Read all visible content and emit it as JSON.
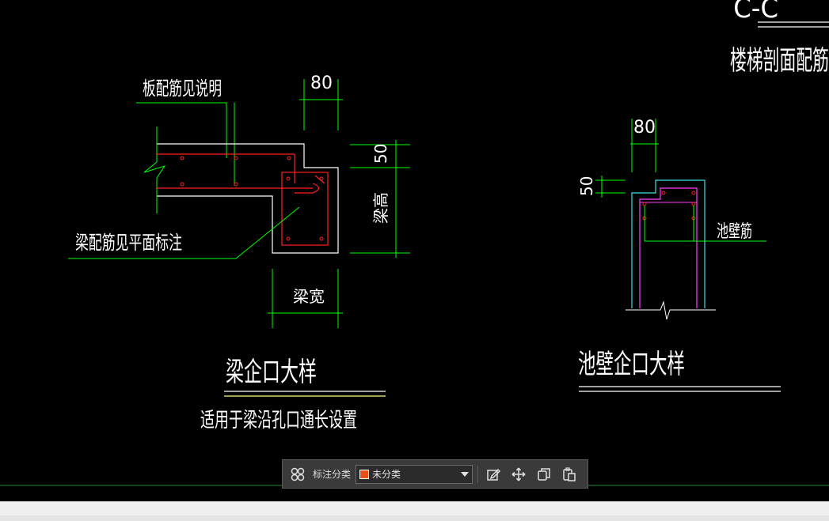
{
  "drawing": {
    "title_top_right": "楼梯剖面配筋",
    "title_partial_top": "C-C",
    "beam_detail": {
      "slab_rebar_note": "板配筋见说明",
      "beam_rebar_note": "梁配筋见平面标注",
      "dim_top": "80",
      "dim_right_top": "50",
      "dim_right_height": "梁高",
      "dim_bottom_width": "梁宽",
      "title": "梁企口大样",
      "subtitle": "适用于梁沿孔口通长设置"
    },
    "wall_detail": {
      "dim_top": "80",
      "dim_left": "50",
      "wall_rebar_note": "池壁筋",
      "title": "池壁企口大样"
    },
    "colors": {
      "background": "#000000",
      "outline": "#ffffff",
      "dimension": "#00ff00",
      "rebar_beam": "#ff2020",
      "rebar_wall": "#ff40ff",
      "wall_outline": "#40e0e0"
    }
  },
  "toolbar": {
    "category_label": "标注分类",
    "category_selected": "未分类",
    "category_color": "#e8501a",
    "icons": [
      "grid-icon",
      "edit-icon",
      "move-icon",
      "copy-icon",
      "paste-icon"
    ]
  }
}
